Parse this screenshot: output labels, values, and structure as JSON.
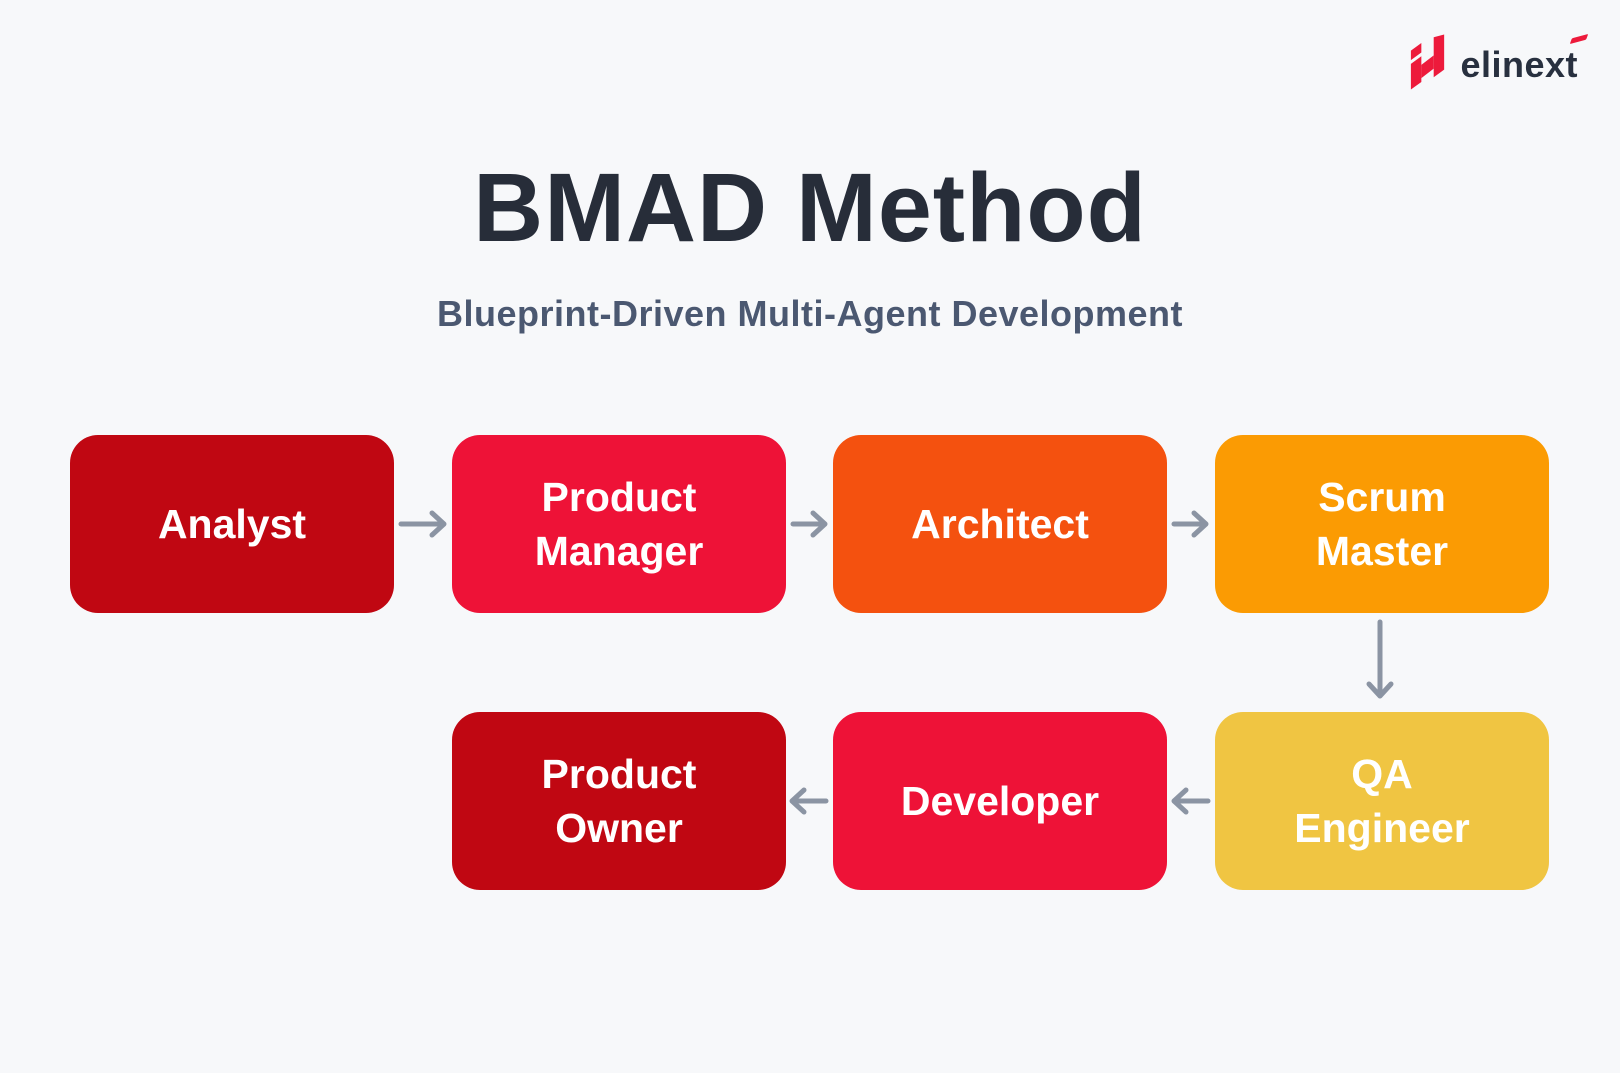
{
  "branding": {
    "logo_text": "elinext",
    "logo_text_color": "#28303f",
    "logo_accent_color": "#ed1a3b"
  },
  "header": {
    "title": "BMAD Method",
    "title_color": "#272d39",
    "subtitle": "Blueprint-Driven Multi-Agent Development",
    "subtitle_color": "#4b5871"
  },
  "flow": {
    "background": "#f7f8fa",
    "arrow_color": "#8b94a3",
    "node_text_color": "#ffffff",
    "nodes": [
      {
        "id": "analyst",
        "lines": [
          "Analyst"
        ],
        "color": "#c00712"
      },
      {
        "id": "product-manager",
        "lines": [
          "Product",
          "Manager"
        ],
        "color": "#ee1237"
      },
      {
        "id": "architect",
        "lines": [
          "Architect"
        ],
        "color": "#f4510f"
      },
      {
        "id": "scrum-master",
        "lines": [
          "Scrum",
          "Master"
        ],
        "color": "#fb9b03"
      },
      {
        "id": "qa-engineer",
        "lines": [
          "QA",
          "Engineer"
        ],
        "color": "#f0c542"
      },
      {
        "id": "developer",
        "lines": [
          "Developer"
        ],
        "color": "#ee1237"
      },
      {
        "id": "product-owner",
        "lines": [
          "Product",
          "Owner"
        ],
        "color": "#c00712"
      }
    ],
    "connections": [
      {
        "from": "Analyst",
        "to": "Product Manager",
        "direction": "right"
      },
      {
        "from": "Product Manager",
        "to": "Architect",
        "direction": "right"
      },
      {
        "from": "Architect",
        "to": "Scrum Master",
        "direction": "right"
      },
      {
        "from": "Scrum Master",
        "to": "QA Engineer",
        "direction": "down"
      },
      {
        "from": "QA Engineer",
        "to": "Developer",
        "direction": "left"
      },
      {
        "from": "Developer",
        "to": "Product Owner",
        "direction": "left"
      }
    ]
  }
}
